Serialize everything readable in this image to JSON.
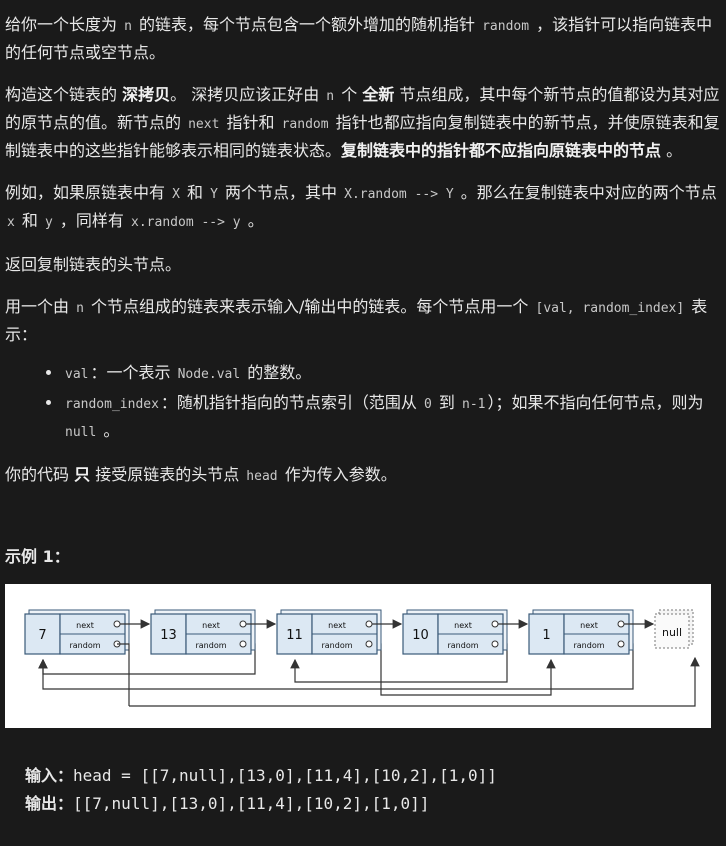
{
  "p1": {
    "t1": "给你一个长度为 ",
    "c1": "n",
    "t2": " 的链表，每个节点包含一个额外增加的随机指针 ",
    "c2": "random",
    "t3": " ，该指针可以指向链表中的任何节点或空节点。"
  },
  "p2": {
    "t1": "构造这个链表的 ",
    "b1": "深拷贝",
    "t2": "。 深拷贝应该正好由 ",
    "c1": "n",
    "t3": " 个 ",
    "b2": "全新",
    "t4": " 节点组成，其中每个新节点的值都设为其对应的原节点的值。新节点的 ",
    "c2": "next",
    "t5": " 指针和 ",
    "c3": "random",
    "t6": " 指针也都应指向复制链表中的新节点，并使原链表和复制链表中的这些指针能够表示相同的链表状态。",
    "b3": "复制链表中的指针都不应指向原链表中的节点",
    "t7": " 。"
  },
  "p3": {
    "t1": "例如，如果原链表中有 ",
    "c1": "X",
    "t2": " 和 ",
    "c2": "Y",
    "t3": " 两个节点，其中 ",
    "c3": "X.random --> Y",
    "t4": " 。那么在复制链表中对应的两个节点 ",
    "c4": "x",
    "t5": " 和 ",
    "c5": "y",
    "t6": " ，同样有 ",
    "c6": "x.random --> y",
    "t7": " 。"
  },
  "p4": {
    "t1": "返回复制链表的头节点。"
  },
  "p5": {
    "t1": "用一个由 ",
    "c1": "n",
    "t2": " 个节点组成的链表来表示输入/输出中的链表。每个节点用一个 ",
    "c2": "[val, random_index]",
    "t3": " 表示："
  },
  "list": [
    {
      "c1": "val",
      "t1": "：一个表示 ",
      "c2": "Node.val",
      "t2": " 的整数。"
    },
    {
      "c1": "random_index",
      "t1": "：随机指针指向的节点索引（范围从 ",
      "c2": "0",
      "t2": " 到 ",
      "c3": "n-1",
      "t3": "）；如果不指向任何节点，则为 ",
      "c4": "null",
      "t4": " 。"
    }
  ],
  "p6": {
    "t1": "你的代码 ",
    "b1": "只",
    "t2": " 接受原链表的头节点 ",
    "c1": "head",
    "t3": " 作为传入参数。"
  },
  "example": {
    "title": "示例 1：",
    "input_label": "输入：",
    "input_value": "head = [[7,null],[13,0],[11,4],[10,2],[1,0]]",
    "output_label": "输出：",
    "output_value": "[[7,null],[13,0],[11,4],[10,2],[1,0]]"
  },
  "diagram": {
    "nodes": [
      "7",
      "13",
      "11",
      "10",
      "1"
    ],
    "next_label": "next",
    "random_label": "random",
    "null_label": "null",
    "random_targets": [
      null,
      0,
      4,
      2,
      0
    ],
    "colors": {
      "node_fill": "#dce8f3",
      "node_stroke": "#3a5a78",
      "line": "#333333"
    }
  }
}
